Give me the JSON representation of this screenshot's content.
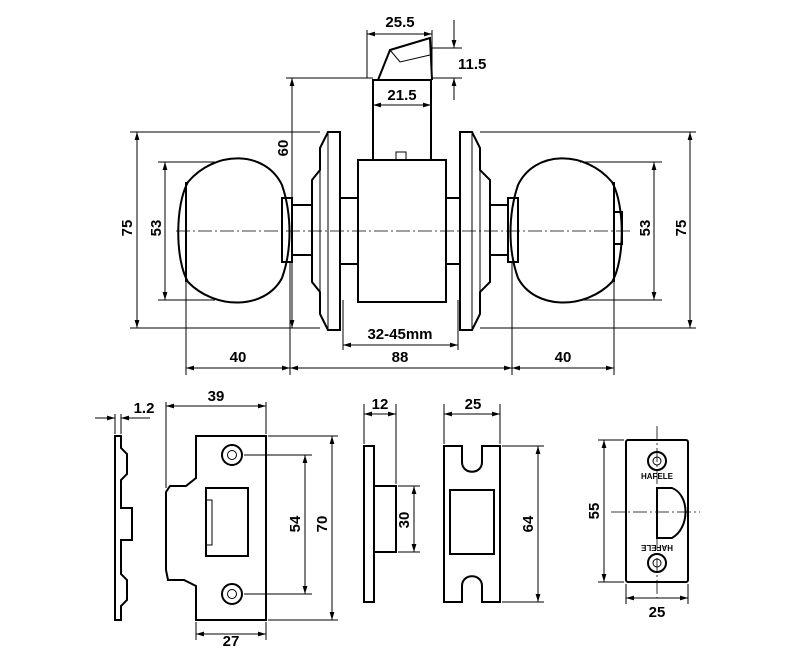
{
  "dimensions": {
    "latch_face_width": "25.5",
    "latch_face_height": "11.5",
    "latch_tube_width": "21.5",
    "rose_height": "60",
    "knob_outer_height_left": "75",
    "knob_height_left": "53",
    "knob_height_right": "53",
    "knob_outer_height_right": "75",
    "door_thickness": "32-45mm",
    "knob_projection_left": "40",
    "overall_between": "88",
    "knob_projection_right": "40",
    "plate_thickness": "1.2",
    "strike_width": "39",
    "strike_hole_spacing": "54",
    "strike_height": "70",
    "strike_bottom_width": "27",
    "box_depth": "12",
    "box_height": "30",
    "box_width": "25",
    "box_plate_height": "64",
    "faceplate_height": "55",
    "faceplate_width": "25"
  },
  "faceplate": {
    "brand_top": "HAFELE",
    "brand_bottom": "HAFELE"
  }
}
